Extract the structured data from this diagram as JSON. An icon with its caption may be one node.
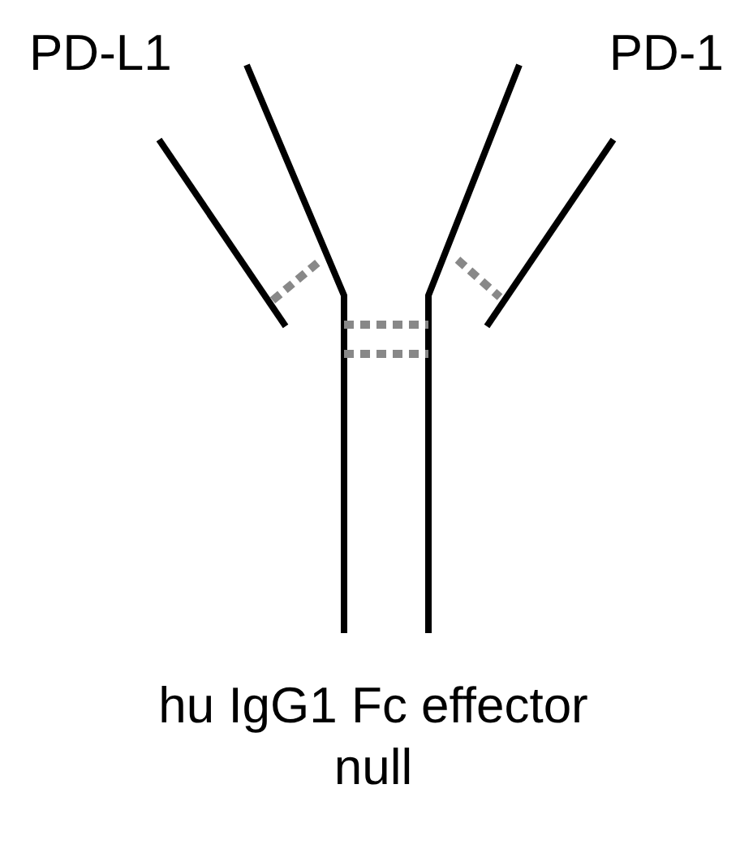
{
  "diagram": {
    "labels": [
      "PD-L1",
      "PD-1",
      "hu IgG1 Fc effector null"
    ]
  }
}
